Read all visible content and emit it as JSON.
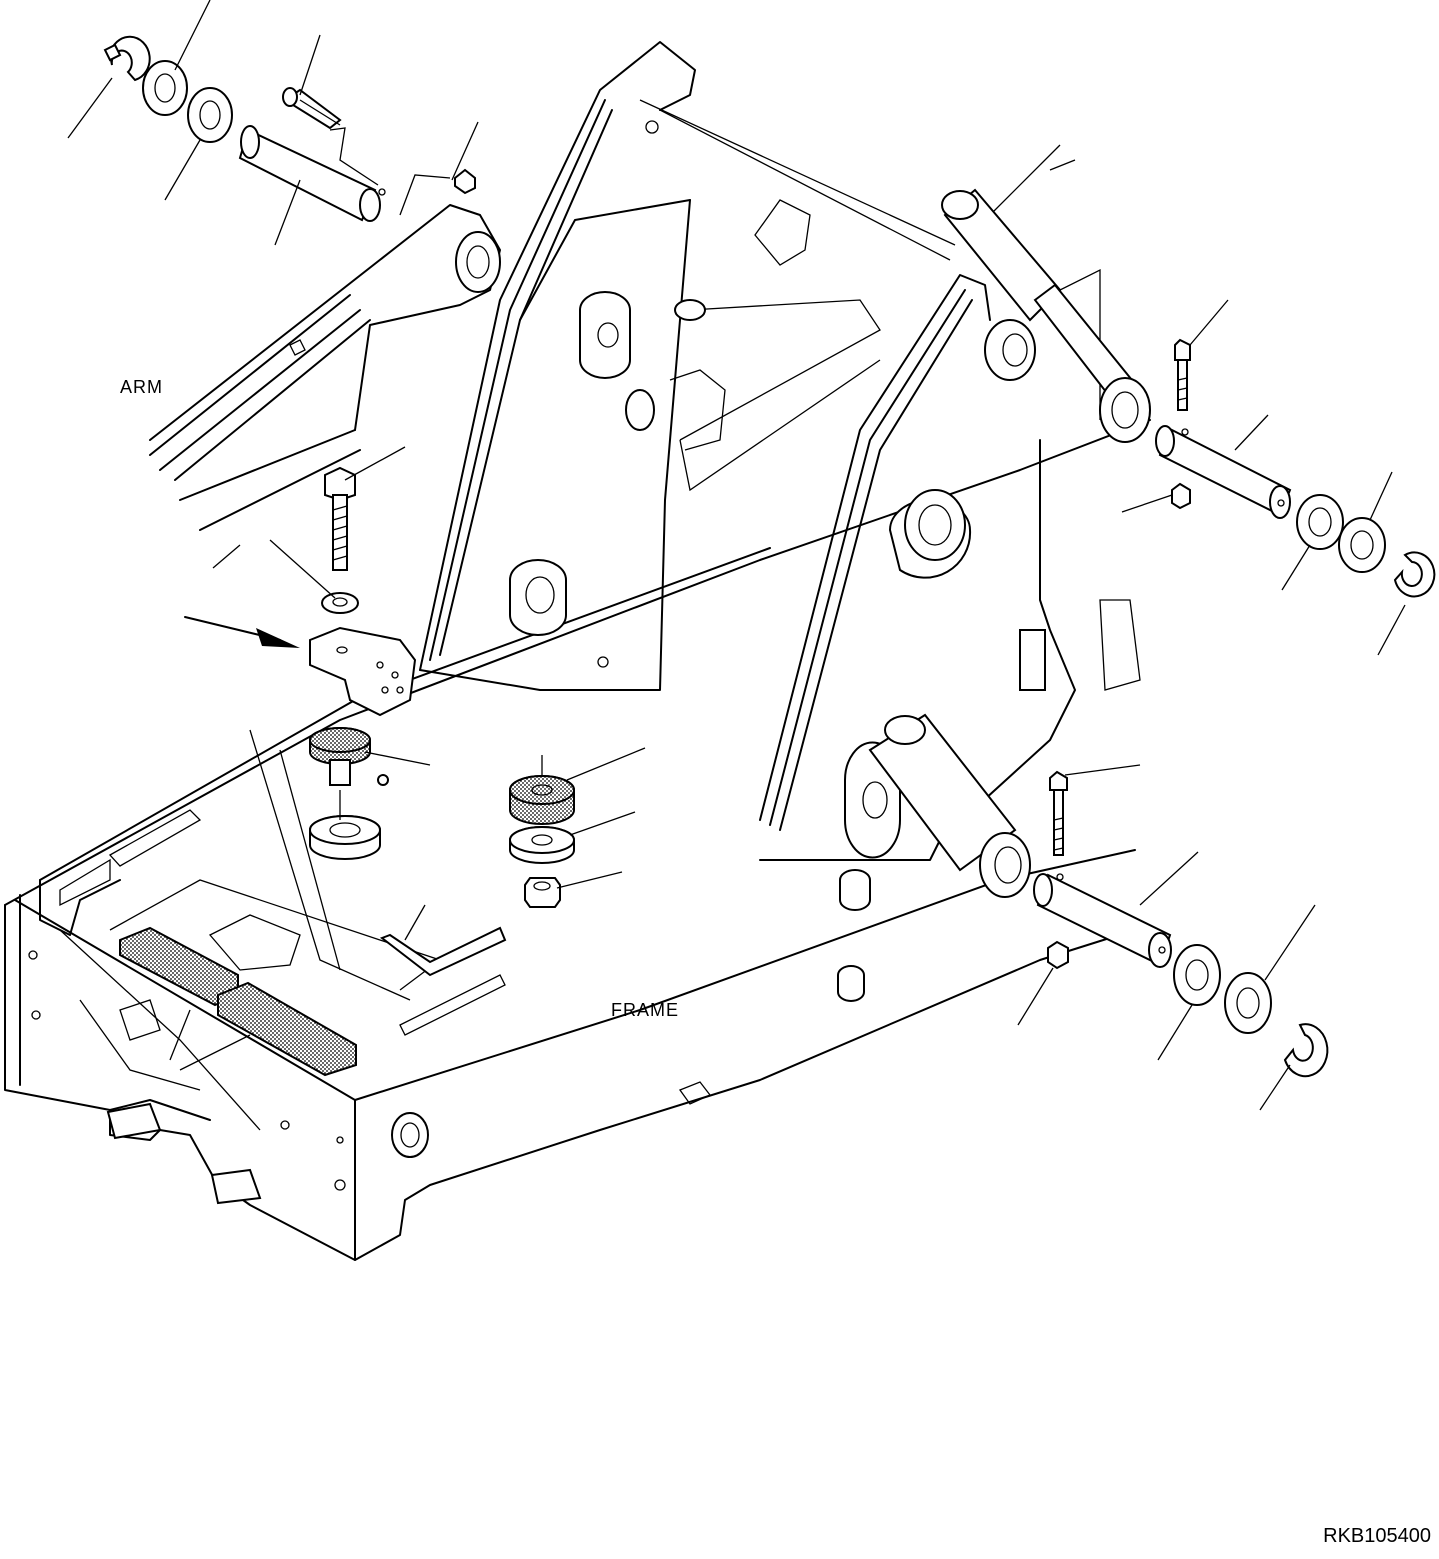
{
  "labels": {
    "arm": "ARM",
    "frame": "FRAME",
    "drawing_code": "RKB105400"
  }
}
